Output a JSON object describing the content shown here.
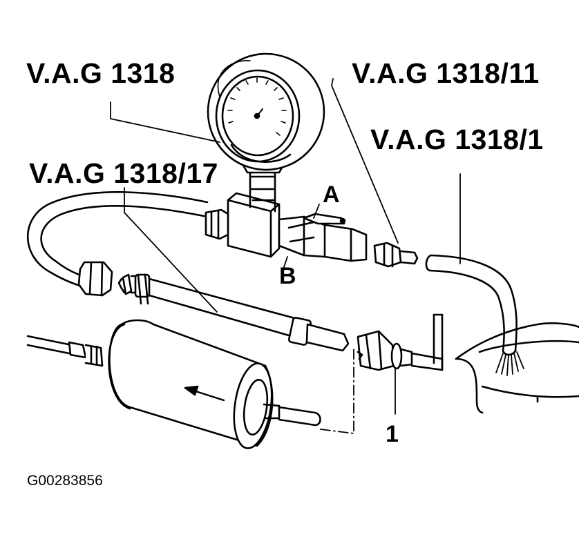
{
  "diagram": {
    "labels": {
      "gauge": "V.A.G 1318",
      "adapter_11": "V.A.G 1318/11",
      "adapter_1": "V.A.G 1318/1",
      "adapter_17": "V.A.G 1318/17",
      "valve_a": "A",
      "valve_b": "B",
      "connector_1": "1"
    },
    "figure_code": "G00283856",
    "line_color": "#000000",
    "background": "#ffffff"
  }
}
